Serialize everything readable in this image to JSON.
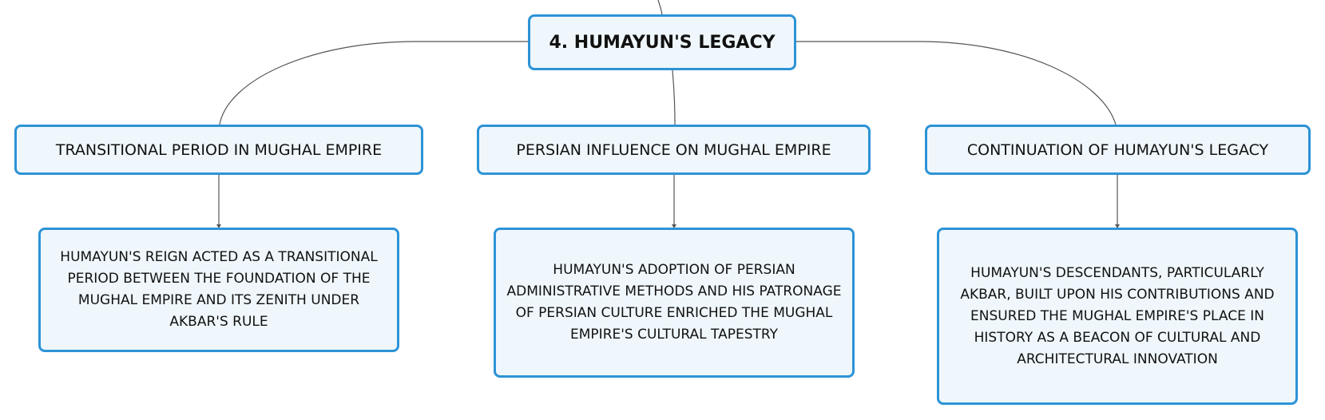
{
  "root": {
    "title": "4. HUMAYUN'S LEGACY"
  },
  "branches": [
    {
      "label": "TRANSITIONAL PERIOD IN MUGHAL EMPIRE",
      "detail": "HUMAYUN'S REIGN ACTED AS A TRANSITIONAL PERIOD BETWEEN THE FOUNDATION OF THE MUGHAL EMPIRE AND ITS ZENITH UNDER AKBAR'S RULE"
    },
    {
      "label": "PERSIAN INFLUENCE ON MUGHAL EMPIRE",
      "detail": "HUMAYUN'S ADOPTION OF PERSIAN ADMINISTRATIVE METHODS AND HIS PATRONAGE OF PERSIAN CULTURE ENRICHED THE MUGHAL EMPIRE'S CULTURAL TAPESTRY"
    },
    {
      "label": "CONTINUATION OF HUMAYUN'S LEGACY",
      "detail": "HUMAYUN'S DESCENDANTS, PARTICULARLY AKBAR, BUILT UPON HIS CONTRIBUTIONS AND ENSURED THE MUGHAL EMPIRE'S PLACE IN HISTORY AS A BEACON OF CULTURAL AND ARCHITECTURAL INNOVATION"
    }
  ],
  "colors": {
    "node_border": "#2d93d6",
    "node_fill": "#eff7fc",
    "connector": "#555555",
    "text": "#111111"
  }
}
